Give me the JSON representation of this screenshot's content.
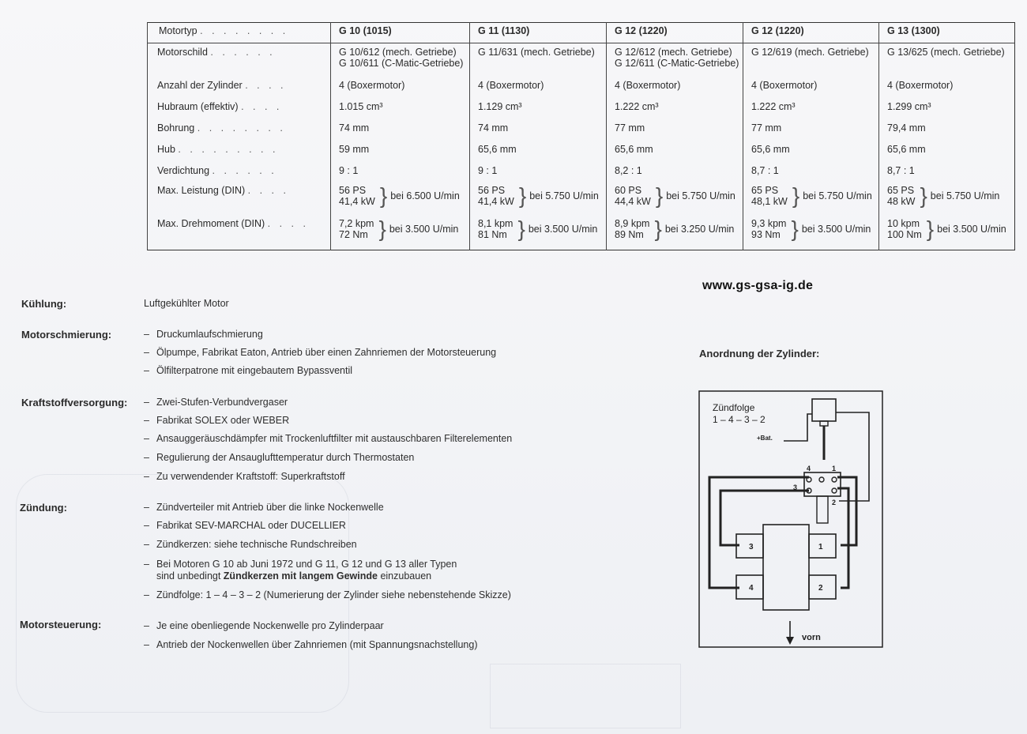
{
  "table": {
    "header_label": "Motortyp",
    "columns": [
      "G 10 (1015)",
      "G 11 (1130)",
      "G 12 (1220)",
      "G 12 (1220)",
      "G 13 (1300)"
    ],
    "rows": [
      {
        "label": "Motorschild",
        "values": [
          [
            "G 10/612 (mech. Getriebe)",
            "G 10/611 (C-Matic-Getriebe)"
          ],
          [
            "G 11/631 (mech. Getriebe)"
          ],
          [
            "G 12/612 (mech. Getriebe)",
            "G 12/611 (C-Matic-Getriebe)"
          ],
          [
            "G 12/619 (mech. Getriebe)"
          ],
          [
            "G 13/625 (mech. Getriebe)"
          ]
        ]
      },
      {
        "label": "Anzahl der Zylinder",
        "values": [
          [
            "4 (Boxermotor)"
          ],
          [
            "4 (Boxermotor)"
          ],
          [
            "4 (Boxermotor)"
          ],
          [
            "4 (Boxermotor)"
          ],
          [
            "4 (Boxermotor)"
          ]
        ]
      },
      {
        "label": "Hubraum (effektiv)",
        "values": [
          [
            "1.015 cm³"
          ],
          [
            "1.129 cm³"
          ],
          [
            "1.222 cm³"
          ],
          [
            "1.222 cm³"
          ],
          [
            "1.299 cm³"
          ]
        ]
      },
      {
        "label": "Bohrung",
        "values": [
          [
            "74 mm"
          ],
          [
            "74 mm"
          ],
          [
            "77 mm"
          ],
          [
            "77 mm"
          ],
          [
            "79,4 mm"
          ]
        ]
      },
      {
        "label": "Hub",
        "values": [
          [
            "59 mm"
          ],
          [
            "65,6 mm"
          ],
          [
            "65,6 mm"
          ],
          [
            "65,6 mm"
          ],
          [
            "65,6 mm"
          ]
        ]
      },
      {
        "label": "Verdichtung",
        "values": [
          [
            "9 : 1"
          ],
          [
            "9 : 1"
          ],
          [
            "8,2 : 1"
          ],
          [
            "8,7 : 1"
          ],
          [
            "8,7 : 1"
          ]
        ]
      }
    ],
    "leistung": {
      "label": "Max. Leistung (DIN)",
      "values": [
        {
          "a": "56   PS",
          "b": "41,4 kW",
          "rpm": "bei 6.500 U/min"
        },
        {
          "a": "56   PS",
          "b": "41,4 kW",
          "rpm": "bei 5.750 U/min"
        },
        {
          "a": "60   PS",
          "b": "44,4 kW",
          "rpm": "bei 5.750 U/min"
        },
        {
          "a": "65   PS",
          "b": "48,1 kW",
          "rpm": "bei 5.750 U/min"
        },
        {
          "a": "65 PS",
          "b": "48 kW",
          "rpm": "bei 5.750 U/min"
        }
      ]
    },
    "drehmoment": {
      "label": "Max. Drehmoment (DIN)",
      "values": [
        {
          "a": "7,2 kpm",
          "b": "72  Nm",
          "rpm": "bei 3.500 U/min"
        },
        {
          "a": "8,1 kpm",
          "b": "81  Nm",
          "rpm": "bei 3.500 U/min"
        },
        {
          "a": "8,9 kpm",
          "b": "89  Nm",
          "rpm": "bei 3.250 U/min"
        },
        {
          "a": "9,3 kpm",
          "b": "93  Nm",
          "rpm": "bei 3.500 U/min"
        },
        {
          "a": "10 kpm",
          "b": "100 Nm",
          "rpm": "bei 3.500 U/min"
        }
      ]
    }
  },
  "website": "www.gs-gsa-ig.de",
  "sections": [
    {
      "label": "Kühlung:",
      "items": [
        {
          "text": "Luftgekühlter Motor",
          "dash": false
        }
      ]
    },
    {
      "label": "Motorschmierung:",
      "items": [
        {
          "text": "Druckumlaufschmierung",
          "dash": true
        },
        {
          "text": "Ölpumpe, Fabrikat Eaton, Antrieb über einen Zahnriemen der Motorsteuerung",
          "dash": true
        },
        {
          "text": "Ölfilterpatrone mit eingebautem Bypassventil",
          "dash": true
        }
      ]
    },
    {
      "label": "Kraftstoffversorgung:",
      "items": [
        {
          "text": "Zwei-Stufen-Verbundvergaser",
          "dash": true
        },
        {
          "text": "Fabrikat SOLEX oder WEBER",
          "dash": true
        },
        {
          "text": "Ansauggeräuschdämpfer mit Trockenluftfilter mit austauschbaren Filterelementen",
          "dash": true
        },
        {
          "text": "Regulierung der Ansauglufttemperatur durch Thermostaten",
          "dash": true
        },
        {
          "text": "Zu verwendender Kraftstoff: Superkraftstoff",
          "dash": true
        }
      ]
    },
    {
      "label": "Zündung:",
      "items": [
        {
          "text": "Zündverteiler mit Antrieb über die linke Nockenwelle",
          "dash": true
        },
        {
          "text": "Fabrikat SEV-MARCHAL oder DUCELLIER",
          "dash": true
        },
        {
          "text": "Zündkerzen: siehe technische Rundschreiben",
          "dash": true
        },
        {
          "text": "Bei Motoren G 10 ab Juni 1972 und G 11, G 12 und G 13 aller Typen",
          "dash": true
        },
        {
          "text_pre": "sind unbedingt ",
          "text_bold": "Zündkerzen mit langem Gewinde",
          "text_post": " einzubauen",
          "dash": false
        },
        {
          "text": "Zündfolge: 1 – 4 – 3 – 2 (Numerierung der Zylinder siehe nebenstehende Skizze)",
          "dash": true
        }
      ]
    },
    {
      "label": "Motorsteuerung:",
      "items": [
        {
          "text": "Je eine obenliegende Nockenwelle pro Zylinderpaar",
          "dash": true
        },
        {
          "text": "Antrieb der Nockenwellen über Zahnriemen (mit Spannungsnachstellung)",
          "dash": true
        }
      ]
    }
  ],
  "cylinder": {
    "title": "Anordnung der Zylinder:",
    "firing_label": "Zündfolge",
    "firing_order": "1 – 4 – 3 – 2",
    "battery": "+Bat.",
    "front": "vorn",
    "numbers": [
      "1",
      "2",
      "3",
      "4"
    ],
    "dist_numbers": [
      "4",
      "1",
      "3",
      "2"
    ]
  }
}
